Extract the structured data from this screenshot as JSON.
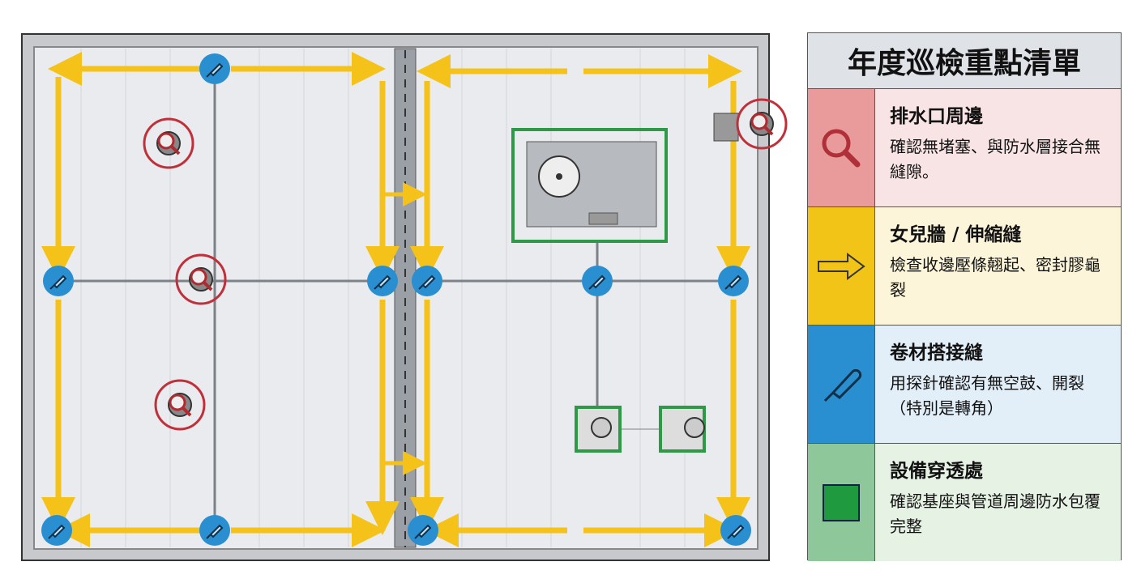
{
  "legend": {
    "title": "年度巡檢重點清單",
    "items": [
      {
        "icon": "magnifier-icon",
        "title": "排水口周邊",
        "desc": "確認無堵塞、與防水層接合無縫隙。",
        "color": "#e99a9a",
        "bg": "#f8e4e4"
      },
      {
        "icon": "arrow-right-icon",
        "title": "女兒牆 / 伸縮縫",
        "desc": "檢查收邊壓條翹起、密封膠龜裂",
        "color": "#f2c418",
        "bg": "#fcf5d9"
      },
      {
        "icon": "probe-icon",
        "title": "卷材搭接縫",
        "desc": "用探針確認有無空鼓、開裂（特別是轉角）",
        "color": "#2a8fd0",
        "bg": "#e2eef8"
      },
      {
        "icon": "green-square-icon",
        "title": "設備穿透處",
        "desc": "確認基座與管道周邊防水包覆完整",
        "color": "#8ec89a",
        "bg": "#e6f2e4"
      }
    ]
  }
}
